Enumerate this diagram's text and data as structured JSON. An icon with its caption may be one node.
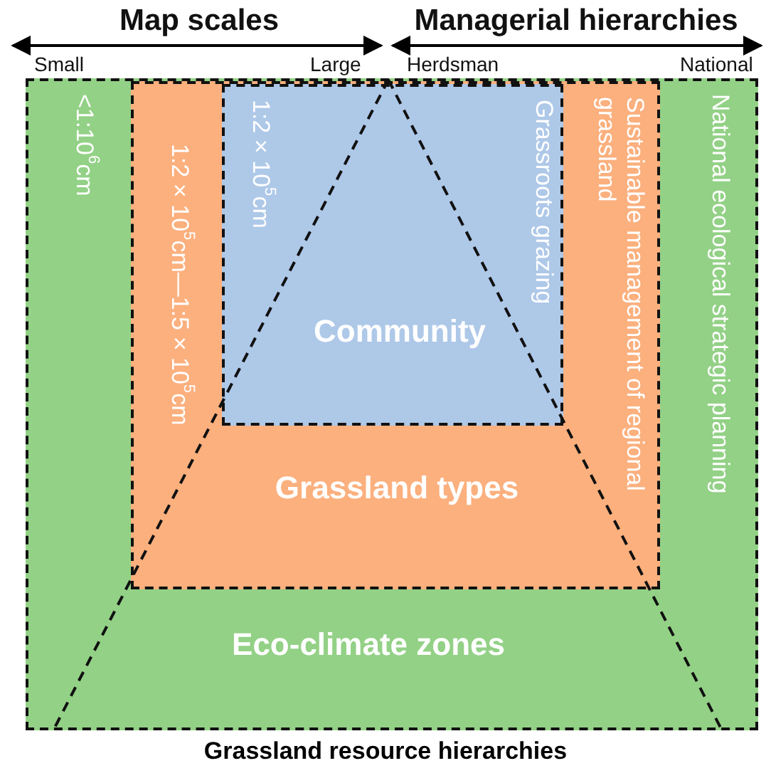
{
  "diagram": {
    "caption": "Grassland resource hierarchies",
    "nodes": [
      {
        "text": [
          "<1:10$^{6}$cm",
          "Eco-climate zones",
          "National ecological strategic planning"
        ]
      },
      {
        "text": [
          "1:2×10$^{5}$cm—1:5×10$^{5}$cm",
          "Grassland types",
          "Sustainable management of regional grassland"
        ],
        "in": 0
      },
      {
        "text": [
          "1:2×10$^{5}$cm",
          "Community",
          "Grassroots grazing"
        ],
        "in": 1
      }
    ],
    "labels": [
      "Map scales",
      "Managerial hierarchies",
      "Small",
      "Large",
      "Herdsman",
      "National"
    ]
  }
}
